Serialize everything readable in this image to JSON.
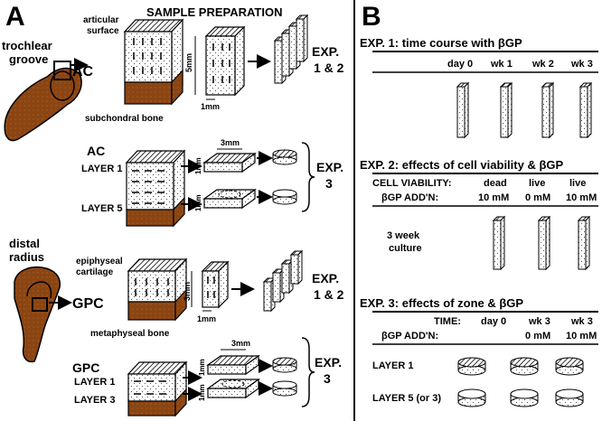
{
  "panel_a": {
    "letter": "A",
    "title": "SAMPLE PREPARATION",
    "trochlear_1": "trochlear",
    "trochlear_2": "groove",
    "articular_1": "articular",
    "articular_2": "surface",
    "ac_big": "AC",
    "dim_5mm": "5mm",
    "dim_1mm_a": "1mm",
    "subchondral": "subchondral bone",
    "exp12_a_1": "EXP.",
    "exp12_a_2": "1 & 2",
    "ac_label": "AC",
    "layer1": "LAYER 1",
    "layer5": "LAYER 5",
    "dim_3mm_a": "3mm",
    "dim_1mm_b": "1mm",
    "dim_1mm_c": "1mm",
    "exp3_a_1": "EXP.",
    "exp3_a_2": "3",
    "distal_1": "distal",
    "distal_2": "radius",
    "epiphyseal_1": "epiphyseal",
    "epiphyseal_2": "cartilage",
    "gpc_big": "GPC",
    "dim_3mm_b": "3mm",
    "dim_1mm_d": "1mm",
    "metaphyseal": "metaphyseal bone",
    "exp12_b_1": "EXP.",
    "exp12_b_2": "1 & 2",
    "gpc_label": "GPC",
    "gpc_layer1": "LAYER 1",
    "gpc_layer3": "LAYER 3",
    "dim_3mm_c": "3mm",
    "dim_1mm_e": "1mm",
    "dim_1mm_f": "1mm",
    "exp3_b_1": "EXP.",
    "exp3_b_2": "3"
  },
  "panel_b": {
    "letter": "B",
    "exp1_title": "EXP. 1: time course with βGP",
    "exp1_cols": [
      "day 0",
      "wk 1",
      "wk 2",
      "wk 3"
    ],
    "exp2_title": "EXP. 2: effects of cell viability & βGP",
    "cell_viability": "CELL VIABILITY:",
    "viability_vals": [
      "dead",
      "live",
      "live"
    ],
    "bgp_addn": "βGP ADD'N:",
    "exp2_bgp_vals": [
      "10 mM",
      "0 mM",
      "10 mM"
    ],
    "culture_1": "3 week",
    "culture_2": "culture",
    "exp3_title": "EXP. 3: effects of zone & βGP",
    "time": "TIME:",
    "exp3_time_vals": [
      "day 0",
      "wk 3",
      "wk 3"
    ],
    "bgp_addn_2": "βGP ADD'N:",
    "exp3_bgp_vals": [
      "0 mM",
      "10 mM"
    ],
    "layer1": "LAYER 1",
    "layer5or3": "LAYER 5 (or 3)"
  },
  "colors": {
    "bone": "#8b4513",
    "line": "#000000"
  }
}
